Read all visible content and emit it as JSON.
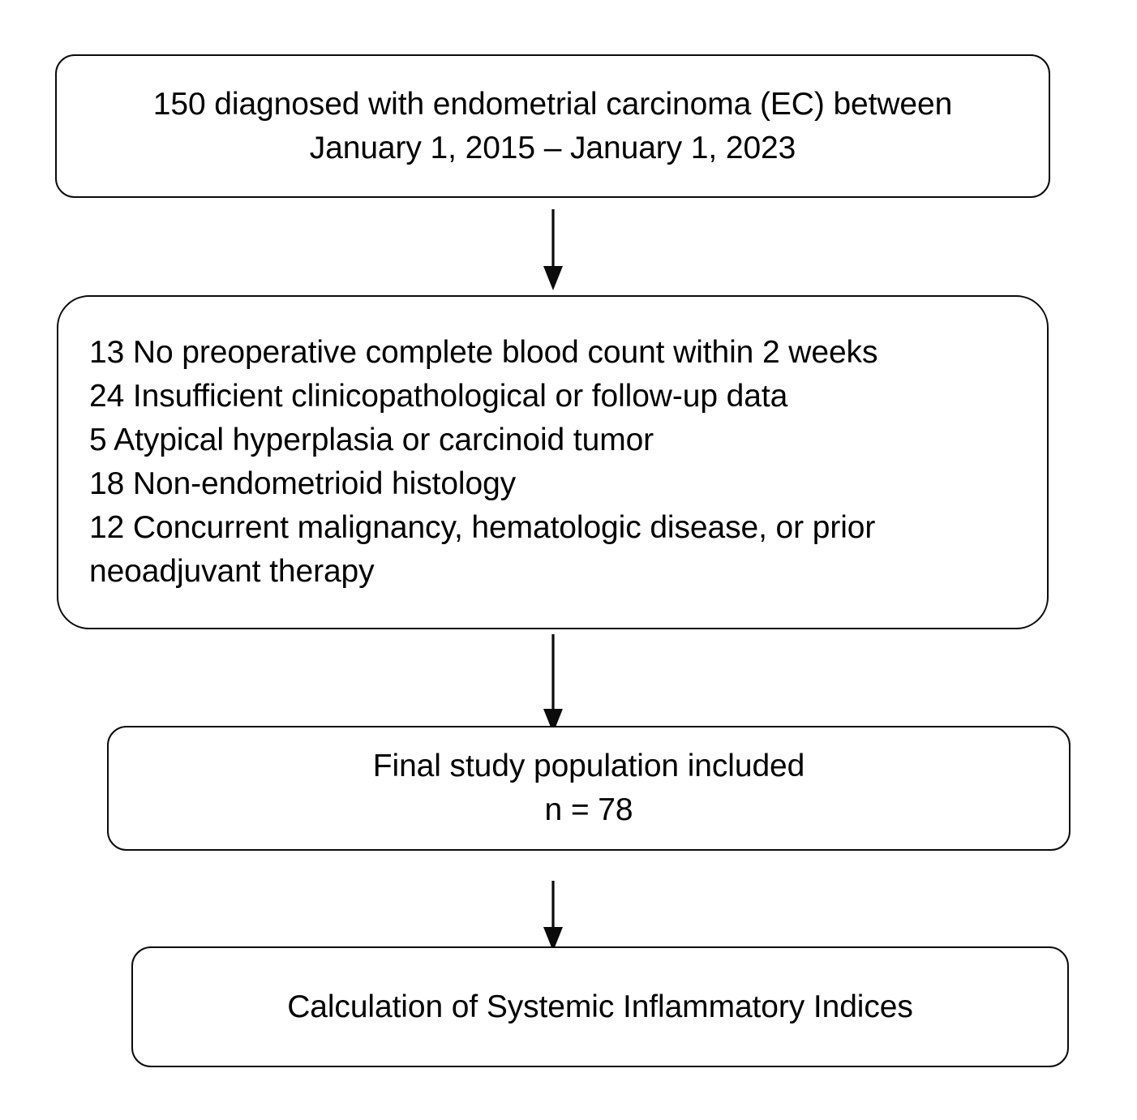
{
  "diagram": {
    "title": "Study population selection flowchart",
    "type": "flowchart",
    "orientation": "top-to-bottom",
    "stroke_color": "#0b0b0b",
    "fill_color": "#ffffff",
    "text_color": "#000000",
    "nodes": [
      {
        "id": "enrollment",
        "shape": "rounded-rectangle",
        "align": "center",
        "lines": [
          "150 diagnosed with endometrial carcinoma (EC) between",
          "January 1, 2015 – January 1, 2023"
        ]
      },
      {
        "id": "exclusions",
        "shape": "rounded-rectangle",
        "align": "left",
        "lines": [
          "13 No preoperative complete blood count within 2 weeks",
          "24 Insufficient clinicopathological or follow-up data",
          "5 Atypical hyperplasia or carcinoid tumor",
          "18 Non-endometrioid histology",
          "12 Concurrent malignancy, hematologic disease, or prior",
          "neoadjuvant therapy"
        ]
      },
      {
        "id": "final-population",
        "shape": "rounded-rectangle",
        "align": "center",
        "lines": [
          "Final study population included",
          "n = 78"
        ]
      },
      {
        "id": "calculation",
        "shape": "rounded-rectangle",
        "align": "center",
        "lines": [
          "Calculation of Systemic Inflammatory Indices"
        ]
      }
    ],
    "connectors": [
      {
        "id": "enrollment-to-exclusions",
        "from": "enrollment",
        "to": "exclusions",
        "style": "arrow-down",
        "label": ""
      },
      {
        "id": "exclusions-to-final-population",
        "from": "exclusions",
        "to": "final-population",
        "style": "arrow-down",
        "label": ""
      },
      {
        "id": "final-population-to-calculation",
        "from": "final-population",
        "to": "calculation",
        "style": "arrow-down",
        "label": ""
      }
    ]
  }
}
